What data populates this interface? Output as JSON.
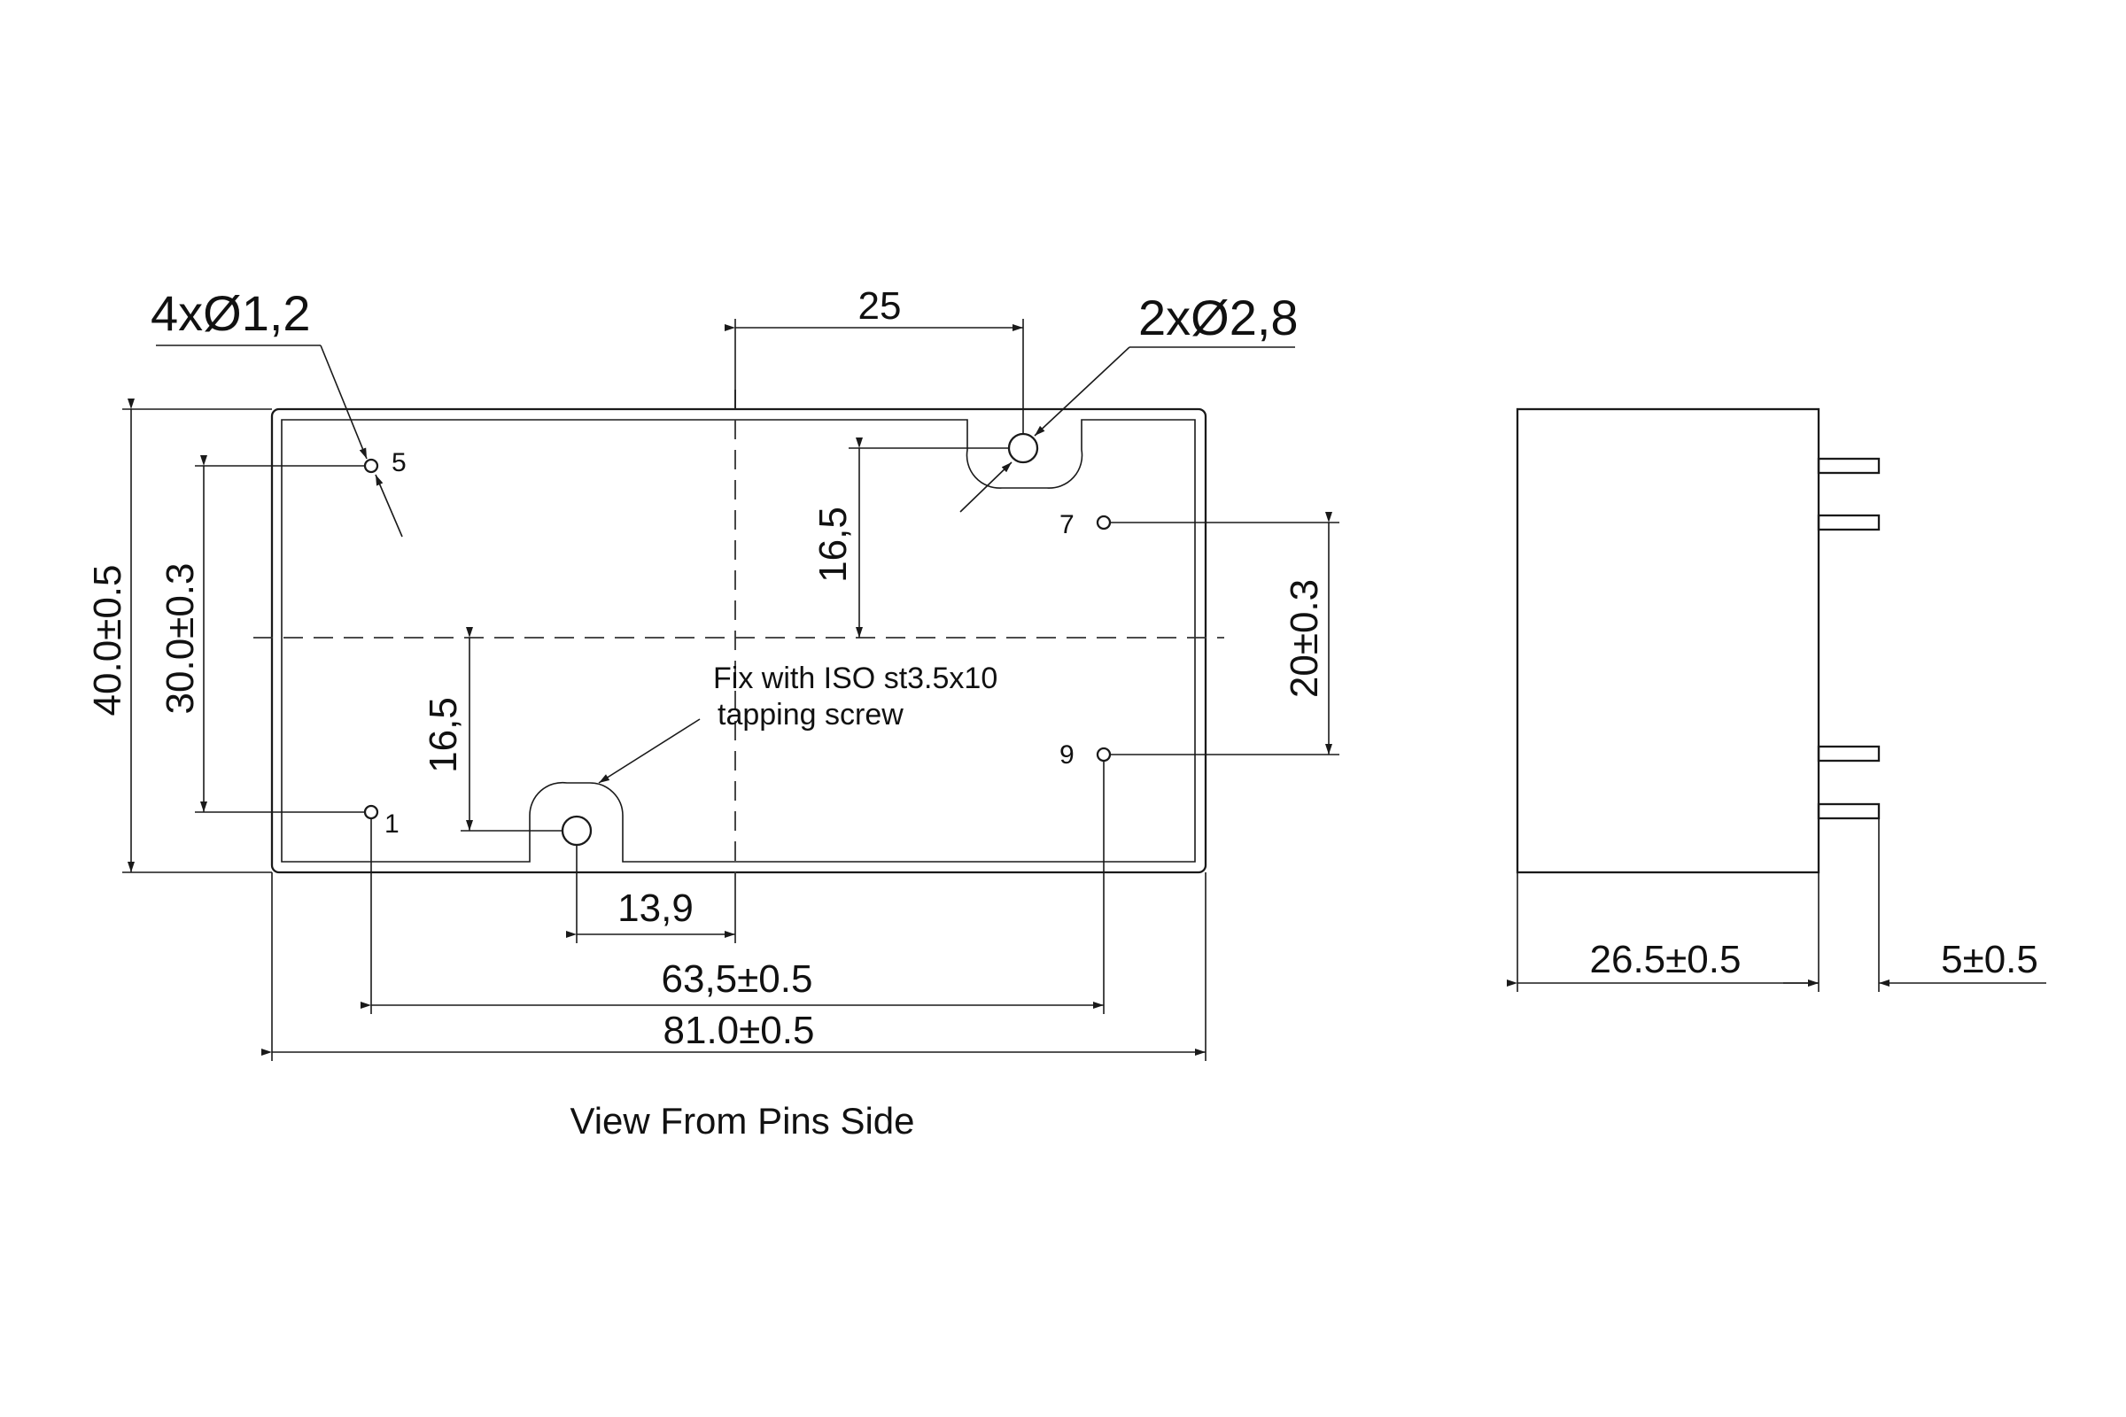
{
  "callouts": {
    "pin_holes": "4xØ1,2",
    "mount_holes": "2xØ2,8"
  },
  "note": {
    "line1": "Fix with ISO st3.5x10",
    "line2": "tapping screw"
  },
  "pins": {
    "p1": "1",
    "p5": "5",
    "p7": "7",
    "p9": "9"
  },
  "dimensions": {
    "height_total": "40.0±0.5",
    "pin_spacing_vertical": "30.0±0.3",
    "mount_top_offset": "16,5",
    "mount_bottom_offset": "16,5",
    "right_pin_spacing": "20±0.3",
    "mount_horizontal": "25",
    "mount_bottom_horizontal": "13,9",
    "pin_spacing_horizontal": "63,5±0.5",
    "width_total": "81.0±0.5",
    "side_depth": "26.5±0.5",
    "pin_length": "5±0.5"
  },
  "caption": "View From Pins Side",
  "colors": {
    "line": "#1a1a1a",
    "background": "#ffffff"
  }
}
